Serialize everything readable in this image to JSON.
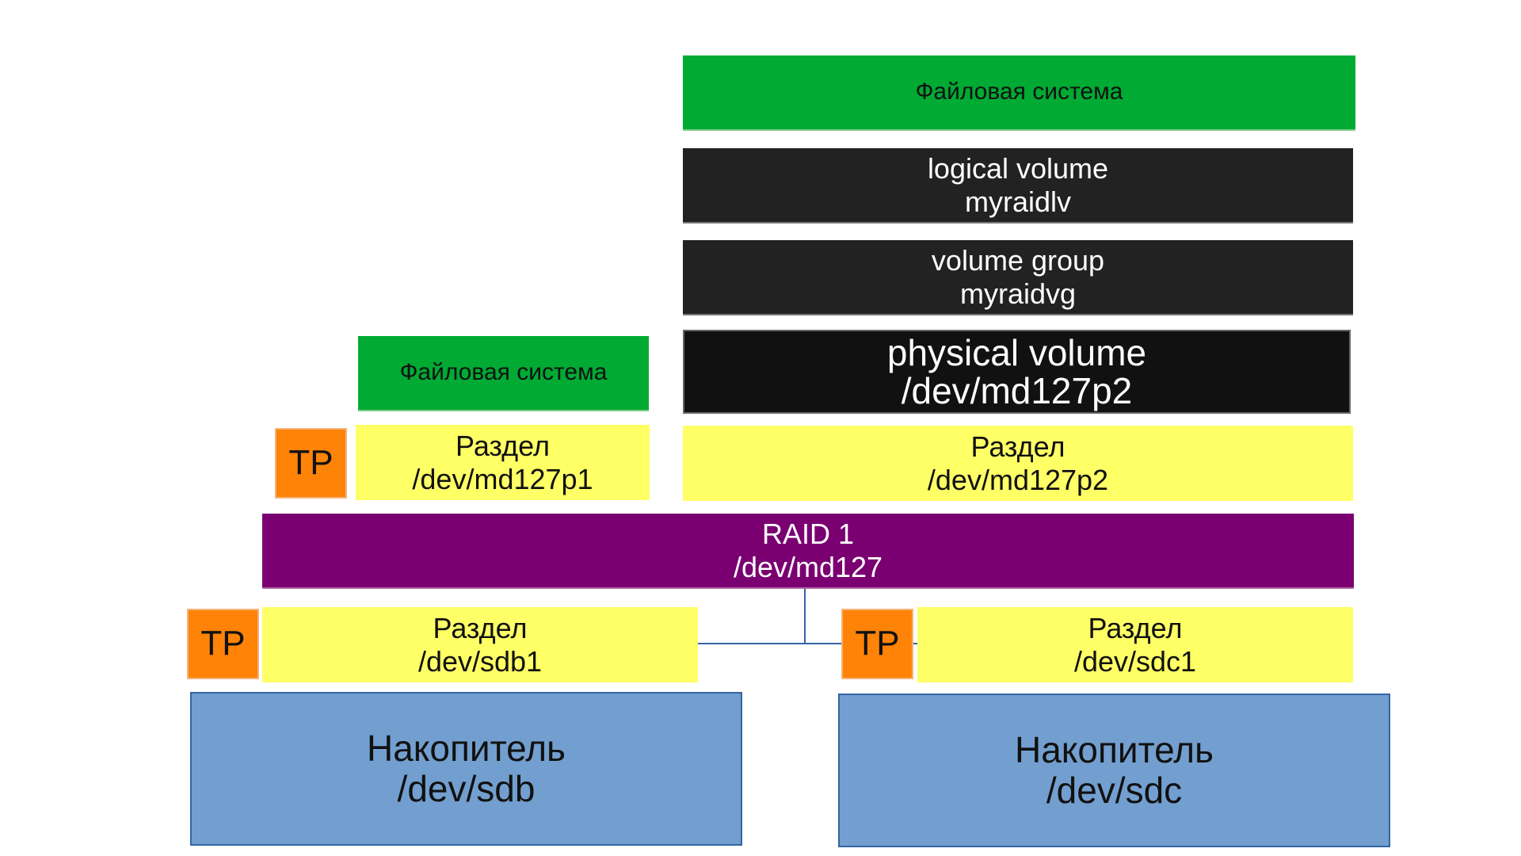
{
  "fs_right": {
    "line1": "Файловая система"
  },
  "lv": {
    "line1": "logical volume",
    "line2": "myraidlv"
  },
  "vg": {
    "line1": "volume group",
    "line2": "myraidvg"
  },
  "pv": {
    "line1": "physical volume",
    "line2": "/dev/md127p2"
  },
  "fs_left": {
    "line1": "Файловая система"
  },
  "part_md_p1": {
    "line1": "Раздел",
    "line2": "/dev/md127p1"
  },
  "part_md_p2": {
    "line1": "Раздел",
    "line2": "/dev/md127p2"
  },
  "raid": {
    "line1": "RAID 1",
    "line2": "/dev/md127"
  },
  "part_sdb1": {
    "line1": "Раздел",
    "line2": "/dev/sdb1"
  },
  "part_sdc1": {
    "line1": "Раздел",
    "line2": "/dev/sdc1"
  },
  "disk_sdb": {
    "line1": "Накопитель",
    "line2": "/dev/sdb"
  },
  "disk_sdc": {
    "line1": "Накопитель",
    "line2": "/dev/sdc"
  },
  "tp_label": "TP",
  "colors": {
    "filesystem": "#00aa33",
    "lvm": "#222222",
    "partition": "#ffff66",
    "raid": "#7a0071",
    "tp": "#ff8307",
    "disk": "#729fcf",
    "connector": "#3465a4"
  }
}
